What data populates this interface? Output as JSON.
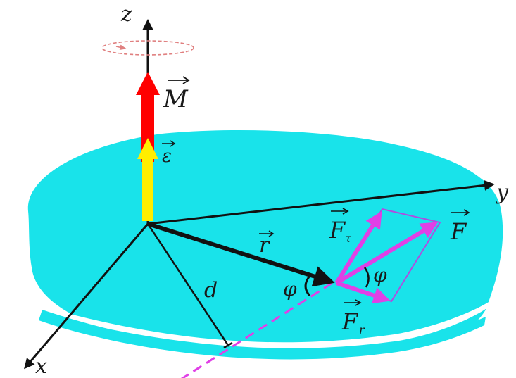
{
  "colors": {
    "disc": "#19e3ea",
    "axis": "#111111",
    "moment_arrow": "#ff0000",
    "epsilon_arrow": "#ffee00",
    "force": "#e040e6",
    "parallelogram": "#b04ce0",
    "rotation_hint": "#e08080"
  },
  "labels": {
    "z_axis": "z",
    "y_axis": "y",
    "x_axis": "x",
    "moment": "M",
    "epsilon": "ε",
    "radius": "r",
    "distance": "d",
    "force": "F",
    "force_tangential_main": "F",
    "force_tangential_sub": "τ",
    "force_radial_main": "F",
    "force_radial_sub": "r",
    "angle_left": "φ",
    "angle_right": "φ"
  },
  "icons": {
    "rotation": "rotation-ellipse-icon"
  }
}
